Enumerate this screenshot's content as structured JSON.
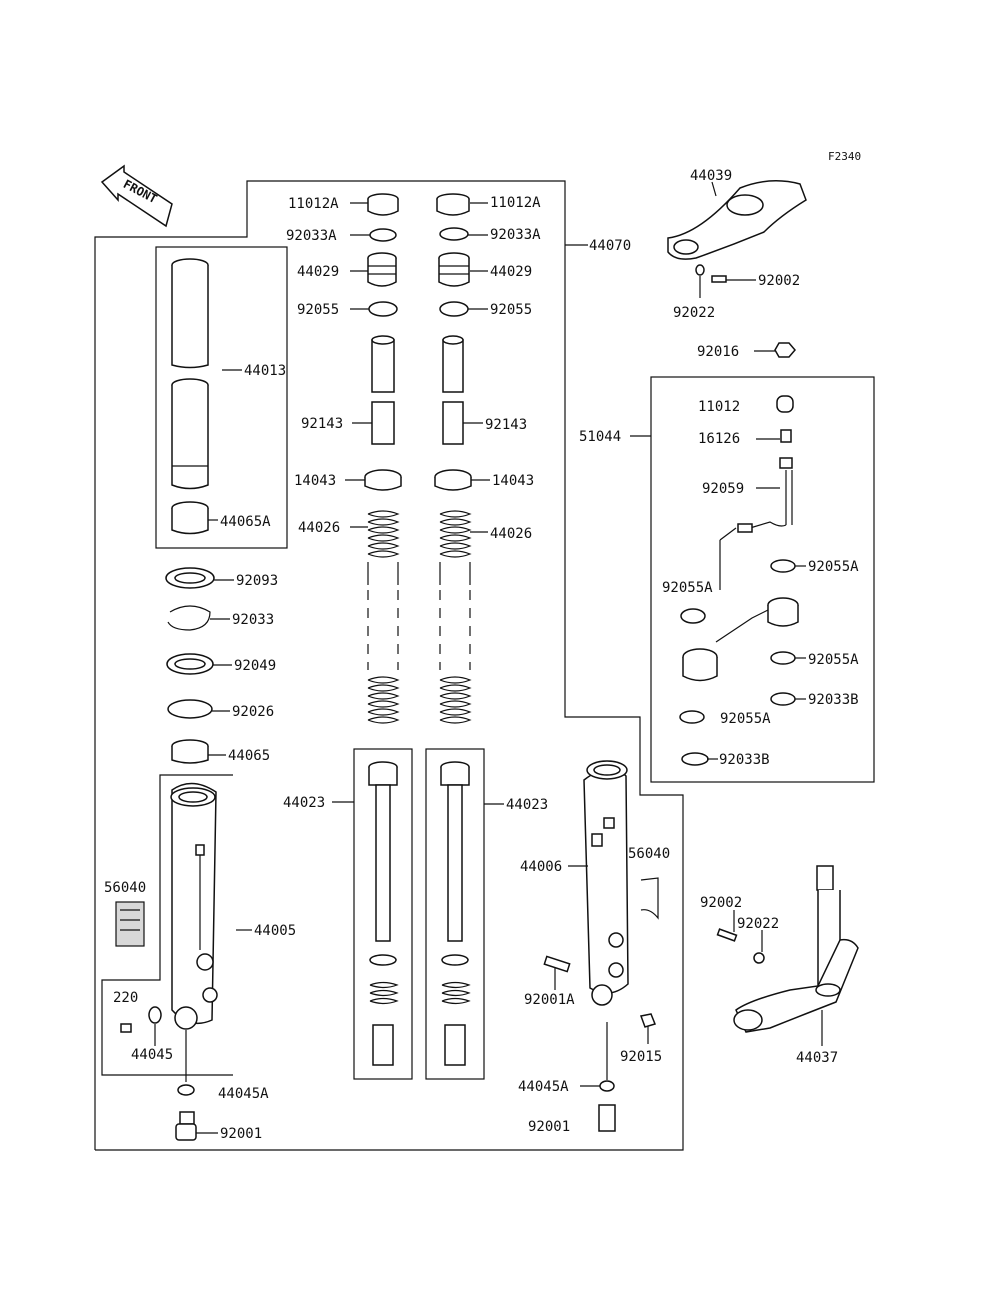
{
  "diagram_code": "F2340",
  "front_label": "FRONT",
  "labels": {
    "p11012A_l": "11012A",
    "p11012A_r": "11012A",
    "p92033A_l": "92033A",
    "p92033A_r": "92033A",
    "p44029_l": "44029",
    "p44029_r": "44029",
    "p92055_l": "92055",
    "p92055_r": "92055",
    "p44070": "44070",
    "p44013": "44013",
    "p92143_l": "92143",
    "p92143_r": "92143",
    "p14043_l": "14043",
    "p14043_r": "14043",
    "p44026_l": "44026",
    "p44026_r": "44026",
    "p44065A": "44065A",
    "p92093": "92093",
    "p92033": "92033",
    "p92049": "92049",
    "p92026": "92026",
    "p44065": "44065",
    "p44023_l": "44023",
    "p44023_r": "44023",
    "p56040_l": "56040",
    "p56040_r": "56040",
    "p44005": "44005",
    "p44006": "44006",
    "p220": "220",
    "p44045": "44045",
    "p44045A_l": "44045A",
    "p44045A_r": "44045A",
    "p92001_l": "92001",
    "p92001_r": "92001",
    "p92001A": "92001A",
    "p92015": "92015",
    "p44039": "44039",
    "p92002_top": "92002",
    "p92022_top": "92022",
    "p92016": "92016",
    "p51044": "51044",
    "p11012": "11012",
    "p16126": "16126",
    "p92059": "92059",
    "p92055A_1": "92055A",
    "p92055A_2": "92055A",
    "p92055A_3": "92055A",
    "p92055A_4": "92055A",
    "p92033B_1": "92033B",
    "p92033B_2": "92033B",
    "p92002_bot": "92002",
    "p92022_bot": "92022",
    "p44037": "44037"
  }
}
